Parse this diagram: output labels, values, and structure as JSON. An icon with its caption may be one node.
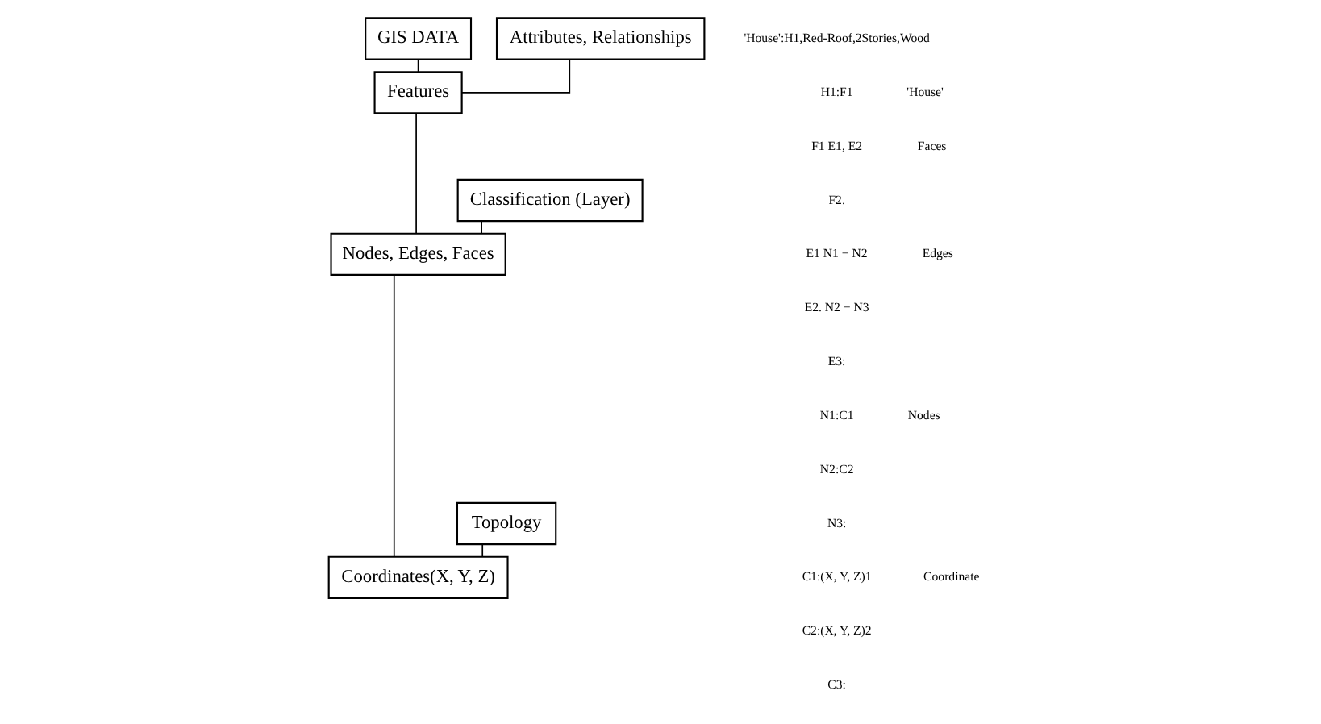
{
  "diagram": {
    "nodes": [
      {
        "text": [
          "GIS DATA"
        ]
      },
      {
        "text": [
          "Attributes, Relationships"
        ]
      },
      {
        "text": [
          "Features"
        ]
      },
      {
        "text": [
          "Classification (Layer)"
        ]
      },
      {
        "text": [
          "Nodes, Edges, Faces"
        ]
      },
      {
        "text": [
          "Topology"
        ]
      },
      {
        "text": [
          "Coordinates(X, Y, Z)"
        ]
      }
    ],
    "edges": [
      {
        "from": 0,
        "to": 2,
        "arrow": "none"
      },
      {
        "from": 1,
        "to": 2,
        "arrow": "none"
      },
      {
        "from": 2,
        "to": 4,
        "arrow": "none"
      },
      {
        "from": 3,
        "to": 4,
        "arrow": "none"
      },
      {
        "from": 4,
        "to": 6,
        "arrow": "none"
      },
      {
        "from": 5,
        "to": 6,
        "arrow": "none"
      }
    ],
    "labels": [
      "'House':H1,Red-Roof,2Stories,Wood",
      "'House'",
      "H1:F1",
      "Faces",
      "F1 E1, E2",
      "F2.",
      "Edges",
      "E1 N1 − N2",
      "E2. N2 − N3",
      "E3:",
      "Nodes",
      "N1:C1",
      "N2:C2",
      "N3:",
      "Coordinate",
      "C1:(X, Y, Z)1",
      "C2:(X, Y, Z)2",
      "C3:"
    ]
  }
}
